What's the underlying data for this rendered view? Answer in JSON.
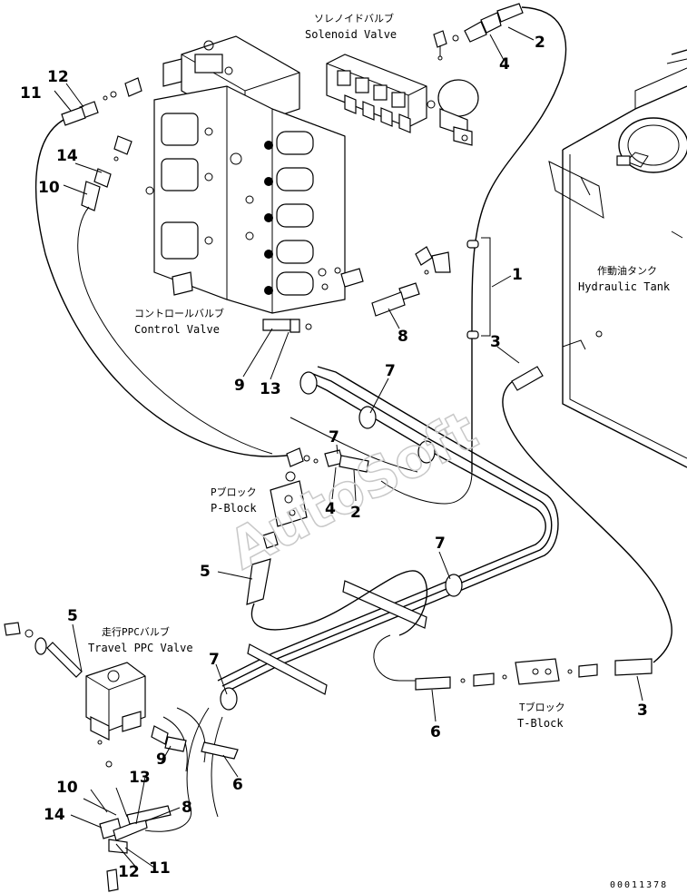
{
  "labels": {
    "solenoid_jp": "ソレノイドバルブ",
    "solenoid_en": "Solenoid Valve",
    "control_jp": "コントロールバルブ",
    "control_en": "Control Valve",
    "tank_jp": "作動油タンク",
    "tank_en": "Hydraulic Tank",
    "pblock_jp": "Pブロック",
    "pblock_en": "P-Block",
    "tblock_jp": "Tブロック",
    "tblock_en": "T-Block",
    "travel_jp": "走行PPCバルブ",
    "travel_en": "Travel PPC Valve"
  },
  "callouts": {
    "n2a": "2",
    "n4a": "4",
    "n11a": "11",
    "n12a": "12",
    "n14a": "14",
    "n10a": "10",
    "n1": "1",
    "n3a": "3",
    "n8a": "8",
    "n9a": "9",
    "n13a": "13",
    "n7a": "7",
    "n7b": "7",
    "n4b": "4",
    "n2b": "2",
    "n5a": "5",
    "n7c": "7",
    "n5b": "5",
    "n7d": "7",
    "n6a": "6",
    "n6b": "6",
    "n3b": "3",
    "n9b": "9",
    "n13b": "13",
    "n10b": "10",
    "n8b": "8",
    "n14b": "14",
    "n12b": "12",
    "n11b": "11"
  },
  "watermark": "AutoSoft",
  "drawing_code": "00011378"
}
